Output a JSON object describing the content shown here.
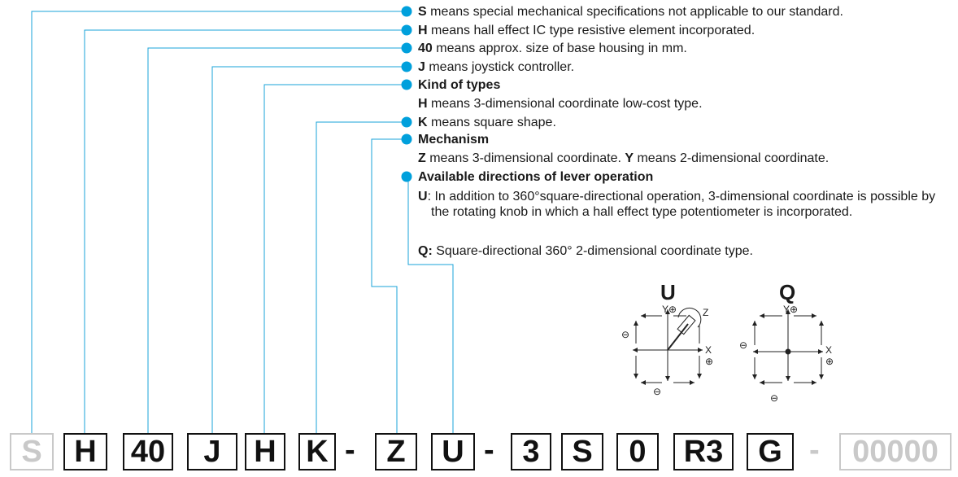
{
  "colors": {
    "accent": "#00a0dc",
    "leader": "#1aa3d9",
    "faded_code": "#c9c9c9"
  },
  "descriptions": [
    {
      "key": "S",
      "text": " means special mechanical specifications not applicable to our standard."
    },
    {
      "key": "H",
      "text": " means hall effect IC type resistive element incorporated."
    },
    {
      "key": "40",
      "text": " means approx. size of base housing in mm."
    },
    {
      "key": "J",
      "text": " means joystick controller."
    },
    {
      "heading": "Kind of types",
      "sub": [
        {
          "key": "H",
          "text": " means 3-dimensional coordinate low-cost type."
        }
      ]
    },
    {
      "key": "K",
      "text": " means square shape."
    },
    {
      "heading": "Mechanism",
      "sub": [
        {
          "key": "Z",
          "text": " means 3-dimensional coordinate. ",
          "key2": "Y",
          "text2": " means 2-dimensional coordinate."
        }
      ]
    },
    {
      "heading": "Available directions of lever operation",
      "sub": [
        {
          "key": "U",
          "text": ": In addition to 360°square-directional operation, 3-dimensional coordinate is possible by the rotating knob in which a hall effect type potentiometer is incorporated."
        },
        {
          "key": "Q:",
          "text": " Square-directional 360° 2-dimensional coordinate type."
        }
      ]
    }
  ],
  "part_code": [
    "S",
    "H",
    "40",
    "J",
    "H",
    "K",
    "-",
    "Z",
    "U",
    "-",
    "3",
    "S",
    "0",
    "R3",
    "G",
    "-",
    "00000"
  ],
  "diagrams": [
    {
      "title": "U",
      "y_label": "Y⊕",
      "x_label": "X",
      "x_plus": "⊕",
      "minus_left": "⊖",
      "minus_bottom": "⊖",
      "z_label": "Z"
    },
    {
      "title": "Q",
      "y_label": "Y⊕",
      "x_label": "X",
      "x_plus": "⊕",
      "minus_left": "⊖",
      "minus_bottom": "⊖"
    }
  ]
}
